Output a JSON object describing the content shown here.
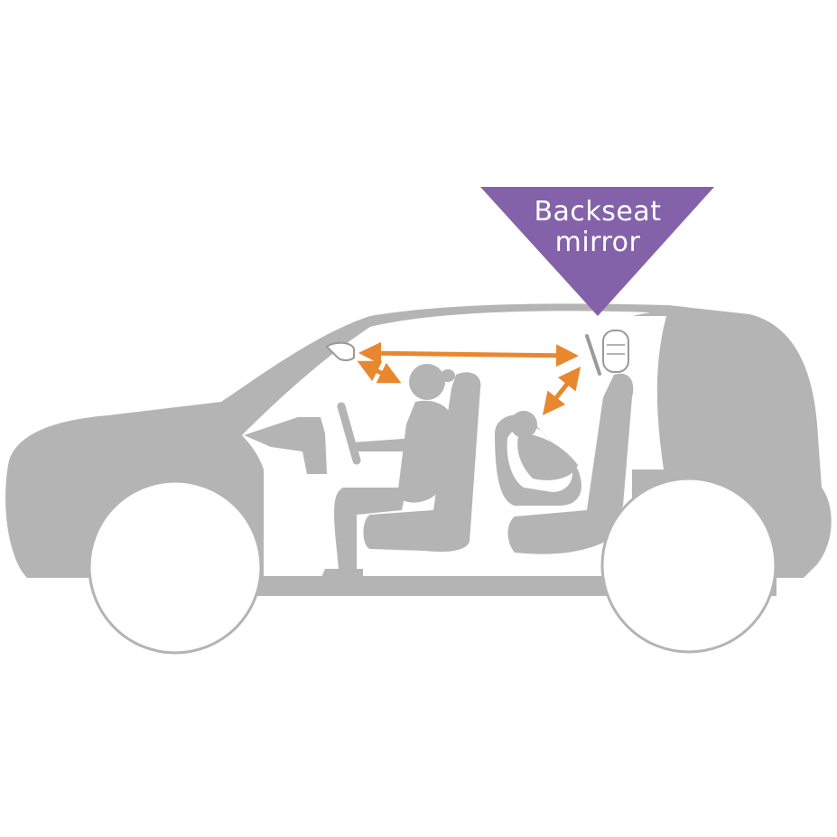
{
  "callout": {
    "line1": "Backseat",
    "line2": "mirror",
    "color": "#8462aa",
    "icon": "downward-triangle"
  },
  "colors": {
    "car_body": "#b4b4b4",
    "interior": "#ffffff",
    "sight_arrows": "#e8872e",
    "background": "#ffffff"
  },
  "icons": {
    "front_mirror": "rearview-mirror-icon",
    "back_mirror": "backseat-mirror-icon",
    "driver": "driver-figure",
    "child": "child-in-rear-facing-seat"
  }
}
